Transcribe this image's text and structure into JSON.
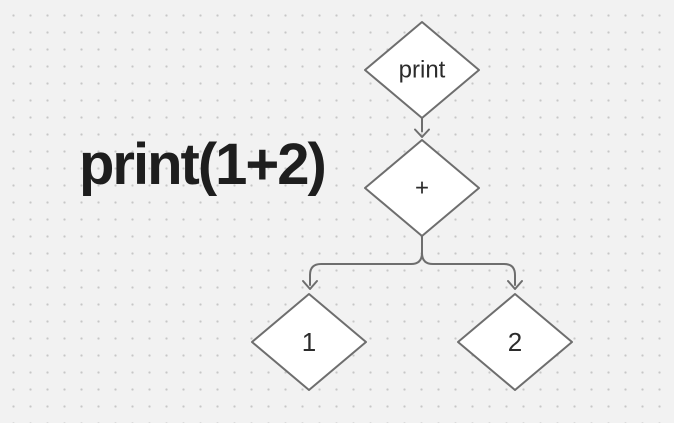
{
  "expression": {
    "text": "print(1+2)"
  },
  "tree": {
    "nodes": [
      {
        "id": "print",
        "label": "print",
        "shape": "diamond"
      },
      {
        "id": "plus",
        "label": "+",
        "shape": "diamond"
      },
      {
        "id": "one",
        "label": "1",
        "shape": "diamond"
      },
      {
        "id": "two",
        "label": "2",
        "shape": "diamond"
      }
    ],
    "edges": [
      {
        "from": "print",
        "to": "plus"
      },
      {
        "from": "plus",
        "to": "one"
      },
      {
        "from": "plus",
        "to": "two"
      }
    ]
  },
  "colors": {
    "background": "#f2f2f2",
    "grid_dot": "#c7c7c7",
    "node_fill": "#ffffff",
    "node_border": "#6e6e6e",
    "edge": "#6e6e6e",
    "expression_text": "#1e1e1e",
    "label_text": "#2b2b2b"
  }
}
